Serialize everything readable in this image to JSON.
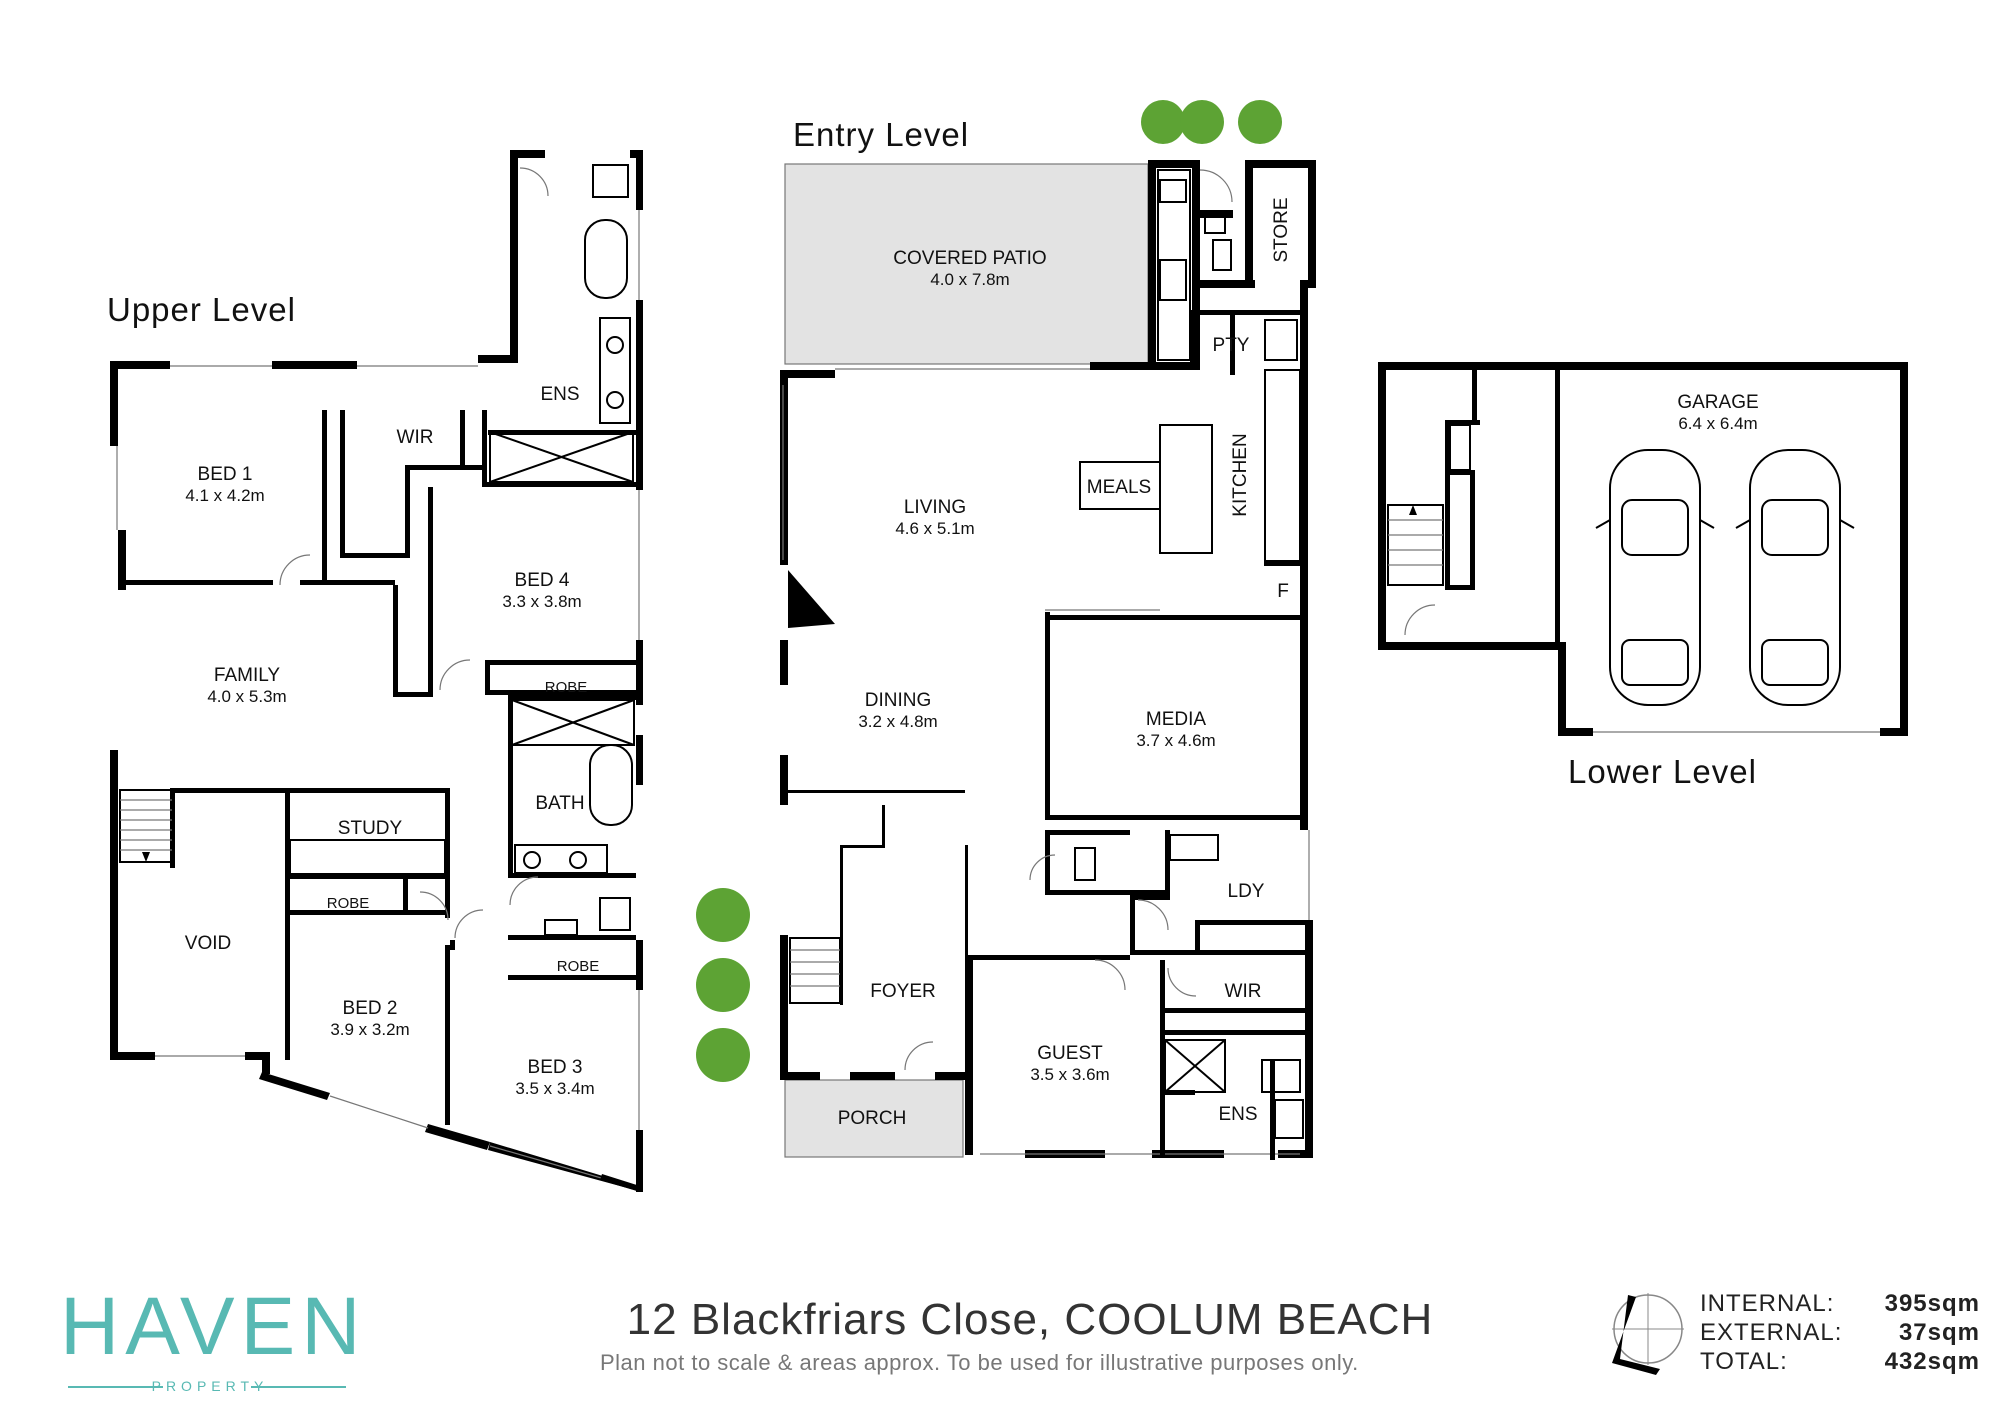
{
  "levels": {
    "upper": "Upper Level",
    "entry": "Entry Level",
    "lower": "Lower Level"
  },
  "rooms": {
    "upper": [
      {
        "key": "ens",
        "name": "ENS",
        "dim": ""
      },
      {
        "key": "wir",
        "name": "WIR",
        "dim": ""
      },
      {
        "key": "bed1",
        "name": "BED 1",
        "dim": "4.1 x 4.2m"
      },
      {
        "key": "bed4",
        "name": "BED 4",
        "dim": "3.3 x 3.8m"
      },
      {
        "key": "family",
        "name": "FAMILY",
        "dim": "4.0 x 5.3m"
      },
      {
        "key": "robe1",
        "name": "ROBE",
        "dim": ""
      },
      {
        "key": "bath",
        "name": "BATH",
        "dim": ""
      },
      {
        "key": "study",
        "name": "STUDY",
        "dim": ""
      },
      {
        "key": "robe2",
        "name": "ROBE",
        "dim": ""
      },
      {
        "key": "void",
        "name": "VOID",
        "dim": ""
      },
      {
        "key": "robe3",
        "name": "ROBE",
        "dim": ""
      },
      {
        "key": "bed2",
        "name": "BED 2",
        "dim": "3.9 x 3.2m"
      },
      {
        "key": "bed3",
        "name": "BED 3",
        "dim": "3.5 x 3.4m"
      }
    ],
    "entry": [
      {
        "key": "patio",
        "name": "COVERED PATIO",
        "dim": "4.0 x 7.8m"
      },
      {
        "key": "store",
        "name": "STORE",
        "dim": ""
      },
      {
        "key": "pty",
        "name": "PTY",
        "dim": ""
      },
      {
        "key": "meals",
        "name": "MEALS",
        "dim": ""
      },
      {
        "key": "kitchen",
        "name": "KITCHEN",
        "dim": ""
      },
      {
        "key": "living",
        "name": "LIVING",
        "dim": "4.6 x 5.1m"
      },
      {
        "key": "fridge",
        "name": "F",
        "dim": ""
      },
      {
        "key": "dining",
        "name": "DINING",
        "dim": "3.2 x 4.8m"
      },
      {
        "key": "media",
        "name": "MEDIA",
        "dim": "3.7 x 4.6m"
      },
      {
        "key": "ldy",
        "name": "LDY",
        "dim": ""
      },
      {
        "key": "foyer",
        "name": "FOYER",
        "dim": ""
      },
      {
        "key": "wir2",
        "name": "WIR",
        "dim": ""
      },
      {
        "key": "guest",
        "name": "GUEST",
        "dim": "3.5 x 3.6m"
      },
      {
        "key": "ens2",
        "name": "ENS",
        "dim": ""
      },
      {
        "key": "porch",
        "name": "PORCH",
        "dim": ""
      }
    ],
    "lower": [
      {
        "key": "garage",
        "name": "GARAGE",
        "dim": "6.4 x 6.4m"
      }
    ]
  },
  "footer": {
    "brand": "HAVEN",
    "brand_sub": "PROPERTY",
    "address": "12 Blackfriars Close, COOLUM BEACH",
    "disclaimer": "Plan not to scale & areas approx. To be used for illustrative purposes only."
  },
  "areas": [
    {
      "label": "INTERNAL:",
      "value": "395sqm"
    },
    {
      "label": "EXTERNAL:",
      "value": "37sqm"
    },
    {
      "label": "TOTAL:",
      "value": "432sqm"
    }
  ],
  "colors": {
    "wall": "#000000",
    "outdoor_fill": "#e3e3e3",
    "tree": "#5da334",
    "brand": "#58b9b3"
  },
  "icons": [
    "compass-icon",
    "tree-icon",
    "car-icon",
    "door-icon",
    "bath-icon",
    "toilet-icon",
    "stair-icon"
  ]
}
